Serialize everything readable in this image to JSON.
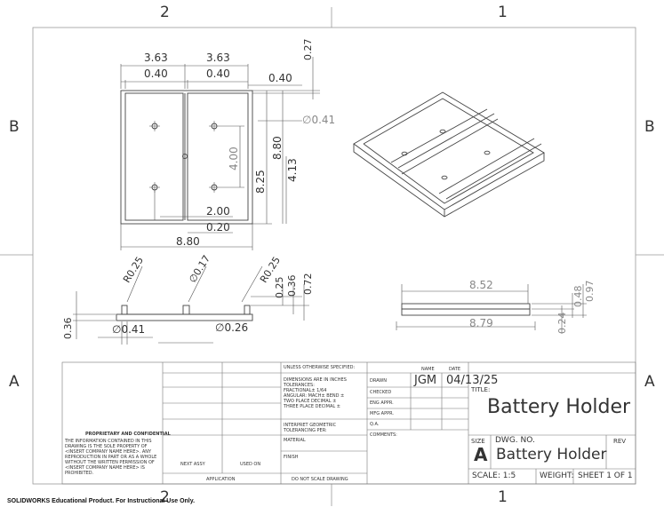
{
  "zones": {
    "top_left": "2",
    "top_right": "1",
    "bottom_left": "2",
    "bottom_right": "1",
    "left_upper": "B",
    "right_upper": "B",
    "left_lower": "A",
    "right_lower": "A"
  },
  "dims": {
    "d363a": "3.63",
    "d363b": "3.63",
    "d040a": "0.40",
    "d040b": "0.40",
    "d040c": "0.40",
    "d027": "0.27",
    "d041top": "∅0.41",
    "d400": "4.00",
    "d880v": "8.80",
    "d825": "8.25",
    "d413": "4.13",
    "d200": "2.00",
    "d020": "0.20",
    "d880h": "8.80",
    "r025a": "R0.25",
    "d017": "∅0.17",
    "r025b": "R0.25",
    "d025": "0.25",
    "d036": "0.36",
    "d072": "0.72",
    "d036left": "0.36",
    "d041bot": "∅0.41",
    "d026": "∅0.26",
    "d852": "8.52",
    "d879": "8.79",
    "d097": "0.97",
    "d048": "0.48",
    "d024": "0.24"
  },
  "title_block": {
    "tolerance_header": "UNLESS OTHERWISE SPECIFIED:",
    "tolerance_lines": [
      "DIMENSIONS ARE IN INCHES",
      "TOLERANCES:",
      "FRACTIONAL± 1/64",
      "ANGULAR: MACH±   BEND ±",
      "TWO PLACE DECIMAL   ±",
      "THREE PLACE DECIMAL  ±"
    ],
    "interpret": [
      "INTERPRET GEOMETRIC",
      "TOLERANCING PER:"
    ],
    "material": "MATERIAL",
    "finish": "FINISH",
    "do_not_scale": "DO NOT SCALE DRAWING",
    "next_assy": "NEXT ASSY",
    "used_on": "USED ON",
    "application": "APPLICATION",
    "proprietary_title": "PROPRIETARY AND CONFIDENTIAL",
    "proprietary_lines": [
      "THE INFORMATION CONTAINED IN THIS",
      "DRAWING IS THE SOLE PROPERTY OF",
      "<INSERT COMPANY NAME HERE>.  ANY",
      "REPRODUCTION IN PART OR AS A WHOLE",
      "WITHOUT THE WRITTEN PERMISSION OF",
      "<INSERT COMPANY NAME HERE> IS",
      "PROHIBITED."
    ],
    "name_header": "NAME",
    "date_header": "DATE",
    "drawn": "DRAWN",
    "drawn_name": "JGM",
    "drawn_date": "04/13/25",
    "checked": "CHECKED",
    "eng_appr": "ENG APPR.",
    "mfg_appr": "MFG APPR.",
    "qa": "Q.A.",
    "comments": "COMMENTS:",
    "title_label": "TITLE:",
    "title": "Battery Holder",
    "size_label": "SIZE",
    "size": "A",
    "dwg_no_label": "DWG.  NO.",
    "dwg_no": "Battery Holder",
    "rev_label": "REV",
    "scale": "SCALE: 1:5",
    "weight": "WEIGHT:",
    "sheet": "SHEET 1 OF 1"
  },
  "footer": "SOLIDWORKS Educational Product. For Instructional Use Only."
}
